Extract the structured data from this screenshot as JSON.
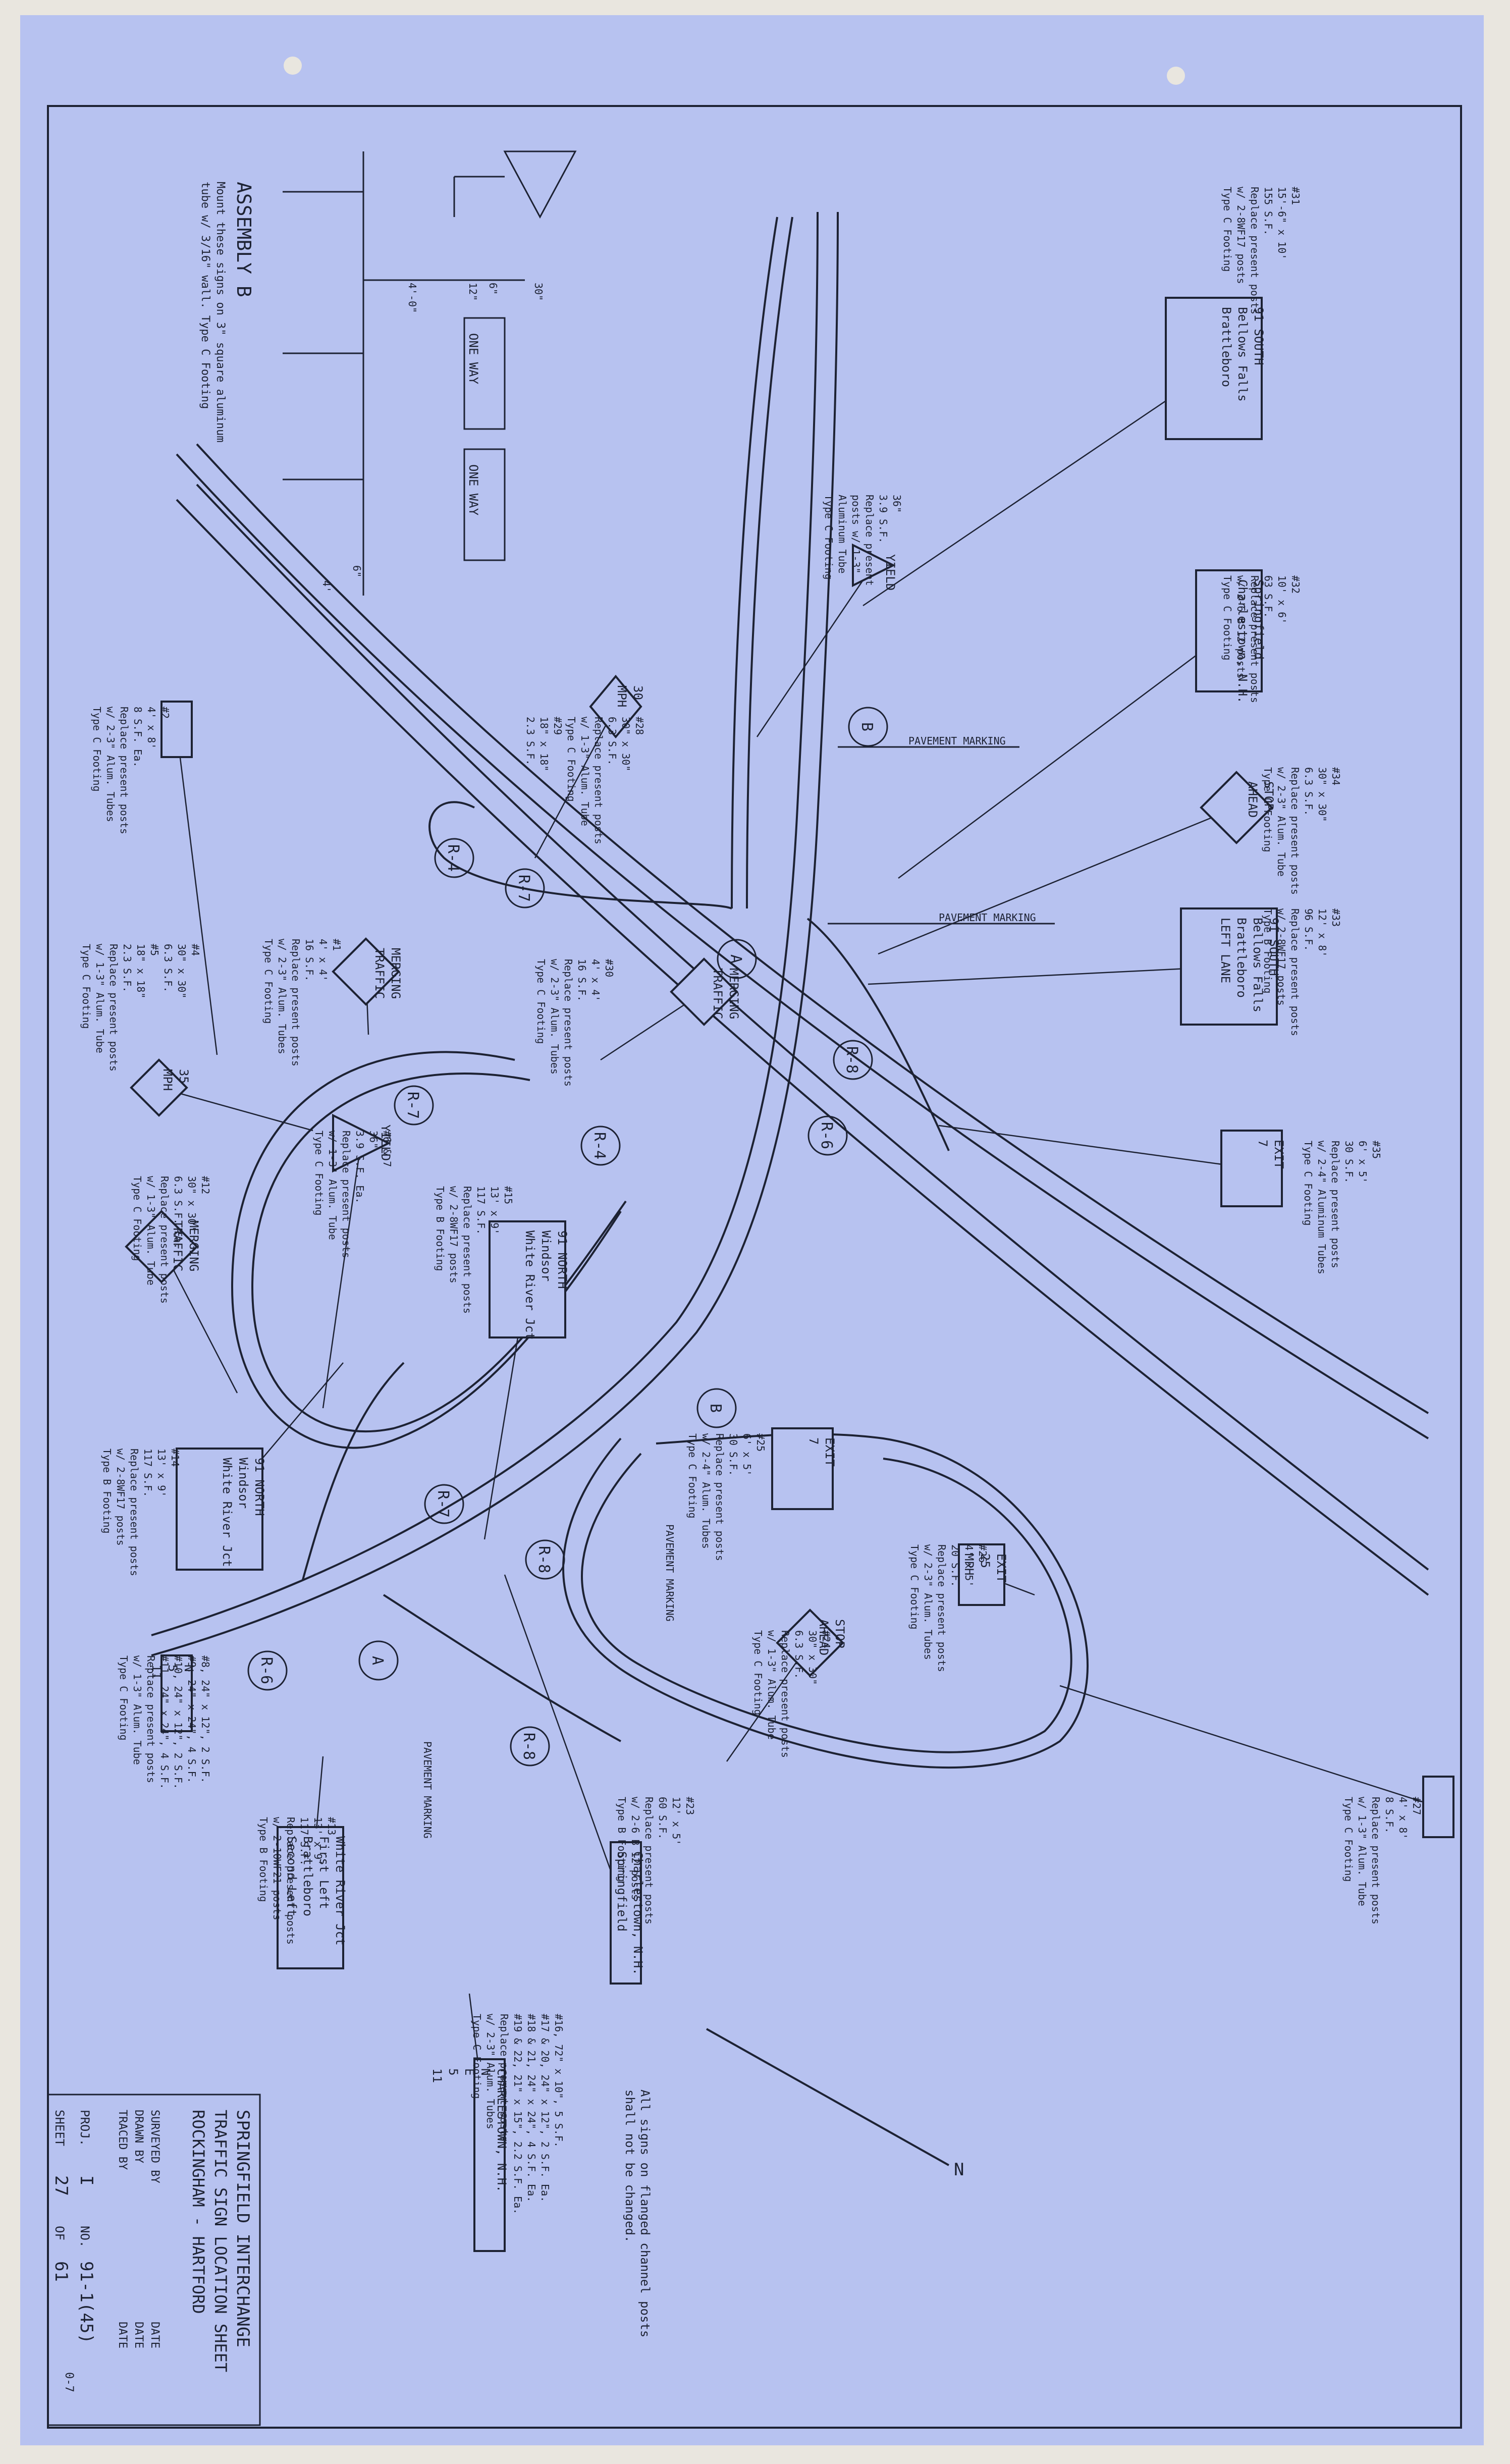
{
  "title_block": {
    "line1": "SPRINGFIELD INTERCHANGE",
    "line2": "TRAFFIC SIGN LOCATION SHEET",
    "line3": "ROCKINGHAM - HARTFORD",
    "fields": [
      "SURVEYED BY",
      "DRAWN BY",
      "TRACED BY"
    ],
    "date_label": "DATE",
    "proj_label": "PROJ.",
    "proj_value": "I",
    "no_label": "NO.",
    "no_value": "91-1(45)",
    "sheet_label": "SHEET",
    "sheet_value": "27",
    "of_label": "OF",
    "of_value": "61"
  },
  "assembly": {
    "title": "ASSEMBLY  B",
    "note1": "Mount these signs on 3\" square aluminum",
    "note2": "tube w/ 3/16\" wall. Type C Footing",
    "dims": [
      "4'-0\"",
      "12\"",
      "6\"",
      "30\"",
      "4'",
      "6\""
    ],
    "sign_text": "ONE WAY"
  },
  "general_note": {
    "line1": "All signs on flanged channel posts",
    "line2": "shall not be changed."
  },
  "signs": [
    {
      "id": "s31",
      "notes": [
        "#31",
        "15'-6\" x 10'",
        "155 S.F.",
        "Replace present posts",
        "w/ 2-8WF17 posts",
        "Type C Footing"
      ],
      "face": [
        "91  SOUTH",
        "Bellows Falls",
        "Brattleboro"
      ]
    },
    {
      "id": "s32",
      "notes": [
        "#32",
        "10' x 6'",
        "63 S.F.",
        "Replace present posts",
        "w/ 2-6 B 12 posts",
        "Type C Footing"
      ],
      "face": [
        "Springfield",
        "Charlestown, N.H."
      ]
    },
    {
      "id": "s34",
      "notes": [
        "#34",
        "30\" x 30\"",
        "6.3 S.F.",
        "Replace present posts",
        "w/ 2-3\" Alum. Tube",
        "Type C Footing"
      ],
      "face": [
        "STOP",
        "AHEAD"
      ]
    },
    {
      "id": "s33",
      "notes": [
        "#33",
        "12' x 8'",
        "96 S.F.",
        "Replace present posts",
        "w/ 2-8WF17 posts",
        "Type B Footing"
      ],
      "face": [
        "91  SOUTH",
        "Bellows Falls",
        "Brattleboro",
        "LEFT LANE"
      ]
    },
    {
      "id": "s35",
      "notes": [
        "#35",
        "6' x 5'",
        "30 S.F.",
        "Replace present posts",
        "w/ 2-4\" Aluminum Tubes",
        "Type C Footing"
      ],
      "face": [
        "EXIT",
        "7"
      ]
    },
    {
      "id": "s28",
      "notes": [
        "#28",
        "30\" x 30\"",
        "6.3 S.F.",
        "Replace present posts",
        "w/ 1-3\" Alum. Tube",
        "Type C Footing",
        "#29",
        "18\" x 18\"",
        "2.3 S.F."
      ],
      "face": [
        "30",
        "MPH"
      ]
    },
    {
      "id": "s30",
      "notes": [
        "#30",
        "4' x 4'",
        "16 S.F.",
        "Replace present posts",
        "w/ 2-3\" Alum. Tubes",
        "Type C Footing"
      ],
      "face": [
        "MERGING",
        "TRAFFIC"
      ]
    },
    {
      "id": "s_yield36",
      "notes": [
        "36\"",
        "3.9 S.F.",
        "Replace present",
        "posts w/ 1-3\"",
        "Aluminum Tube",
        "Type C Footing"
      ],
      "face": [
        "YIELD"
      ]
    },
    {
      "id": "s2",
      "notes": [
        "#2",
        "4' x 8'",
        "8 S.F. Ea.",
        "Replace present posts",
        "w/ 2-3\" Alum. Tubes",
        "Type C Footing"
      ],
      "face": []
    },
    {
      "id": "s4",
      "notes": [
        "#4",
        "30\" x 30\"",
        "6.3 S.F.",
        "#5",
        "18\" x 18\"",
        "2.3 S.F.",
        "Replace present posts",
        "w/ 1-3\" Alum. Tube",
        "Type C Footing"
      ],
      "face": [
        "35",
        "MPH"
      ]
    },
    {
      "id": "s1",
      "notes": [
        "#1",
        "4' x 4'",
        "16 S.F.",
        "Replace present posts",
        "w/ 2-3\" Alum. Tubes",
        "Type C Footing"
      ],
      "face": [
        "MERGING",
        "TRAFFIC"
      ]
    },
    {
      "id": "s67",
      "notes": [
        "#6 & 7",
        "36\"",
        "3.9 S.F. Ea.",
        "Replace present posts",
        "w/ 1-3\" Alum. Tube",
        "Type C Footing"
      ],
      "face": [
        "YIELD"
      ]
    },
    {
      "id": "s15",
      "notes": [
        "#15",
        "13' x 9'",
        "117 S.F.",
        "Replace present posts",
        "w/ 2-8WF17 posts",
        "Type B Footing"
      ],
      "face": [
        "91  NORTH",
        "Windsor",
        "White River Jct"
      ]
    },
    {
      "id": "s12",
      "notes": [
        "#12",
        "30\" x 30\"",
        "6.3 S.F. Ea.",
        "Replace present posts",
        "w/ 1-3\" Alum. Tube",
        "Type C Footing"
      ],
      "face": [
        "MERGING",
        "TRAFFIC"
      ]
    },
    {
      "id": "s14",
      "notes": [
        "#14",
        "13' x 9'",
        "117 S.F.",
        "Replace present posts",
        "w/ 2-8WF17 posts",
        "Type B Footing"
      ],
      "face": [
        "91  NORTH",
        "Windsor",
        "White River Jct"
      ]
    },
    {
      "id": "s25",
      "notes": [
        "#25",
        "6' x 5'",
        "30 S.F.",
        "Replace present posts",
        "w/ 2-4\" Alum. Tubes",
        "Type C Footing"
      ],
      "face": [
        "EXIT",
        "7"
      ]
    },
    {
      "id": "s26",
      "notes": [
        "#26",
        "4' x 5'",
        "20 S.F.",
        "Replace present posts",
        "w/ 2-3\" Alum. Tubes",
        "Type C Footing"
      ],
      "face": [
        "EXIT",
        "25",
        "MPH"
      ]
    },
    {
      "id": "s24",
      "notes": [
        "#24",
        "30\" x 30\"",
        "6.3 S.F.",
        "Replace present posts",
        "w/ 1-3\" Alum. Tube",
        "Type C Footing"
      ],
      "face": [
        "STOP",
        "AHEAD"
      ]
    },
    {
      "id": "s27",
      "notes": [
        "#27",
        "4' x 8'",
        "8 S.F.",
        "Replace present posts",
        "w/ 1-3\" Alum. Tube",
        "Type C Footing"
      ],
      "face": []
    },
    {
      "id": "s23",
      "notes": [
        "#23",
        "12' x 5'",
        "60 S.F.",
        "Replace present posts",
        "w/ 2-6 B 12 posts",
        "Type B Footing"
      ],
      "face": [
        "Charlestown, N.H.",
        "Springfield"
      ]
    },
    {
      "id": "s13",
      "notes": [
        "#13",
        "13' x 9'",
        "117 S.F.",
        "Replace present posts",
        "w/ 2-10WF21 posts",
        "Type B Footing"
      ],
      "face": [
        "White River Jct",
        "First Left",
        "Brattleboro",
        "Second Left"
      ]
    },
    {
      "id": "s8_11",
      "notes": [
        "#8, 24\" x 12\", 2 S.F.",
        "#9, 24\" x 24\", 4 S.F.",
        "#10, 24\" x 12\", 2 S.F.",
        "#11, 24\" x 24\", 4 S.F.",
        "Replace present posts",
        "w/ 1-3\" Alum. Tube",
        "Type C Footing"
      ],
      "face": [
        "N",
        "5",
        "11"
      ]
    },
    {
      "id": "s16_22",
      "notes": [
        "#16, 72\" x 10\", 5 S.F.",
        "#17 & 20, 24\" x 12\", 2 S.F. Ea.",
        "#18 & 21, 24\" x 24\", 4 S.F. Ea.",
        "#19 & 22, 21\" x 15\", 2.2 S.F. Ea.",
        "Replace present posts",
        "w/ 2-3\" Alum. Tubes",
        "Type C Footing"
      ],
      "face": [
        "CHARLESTOWN, N.H.",
        "N",
        "E",
        "5",
        "11"
      ]
    }
  ],
  "markers": [
    "B",
    "B",
    "A",
    "A",
    "R-4",
    "R-7",
    "R-8",
    "R-6",
    "R-7",
    "R-4",
    "R-7",
    "R-8",
    "R-6",
    "R-8"
  ],
  "pavement_marking": "PAVEMENT MARKING",
  "north_arrow": "N",
  "stamp": "0-7",
  "colors": {
    "paper": "#e9e6df",
    "blueprint": "#b7c2f0",
    "ink": "#1d2233",
    "check": "#c0392b"
  }
}
